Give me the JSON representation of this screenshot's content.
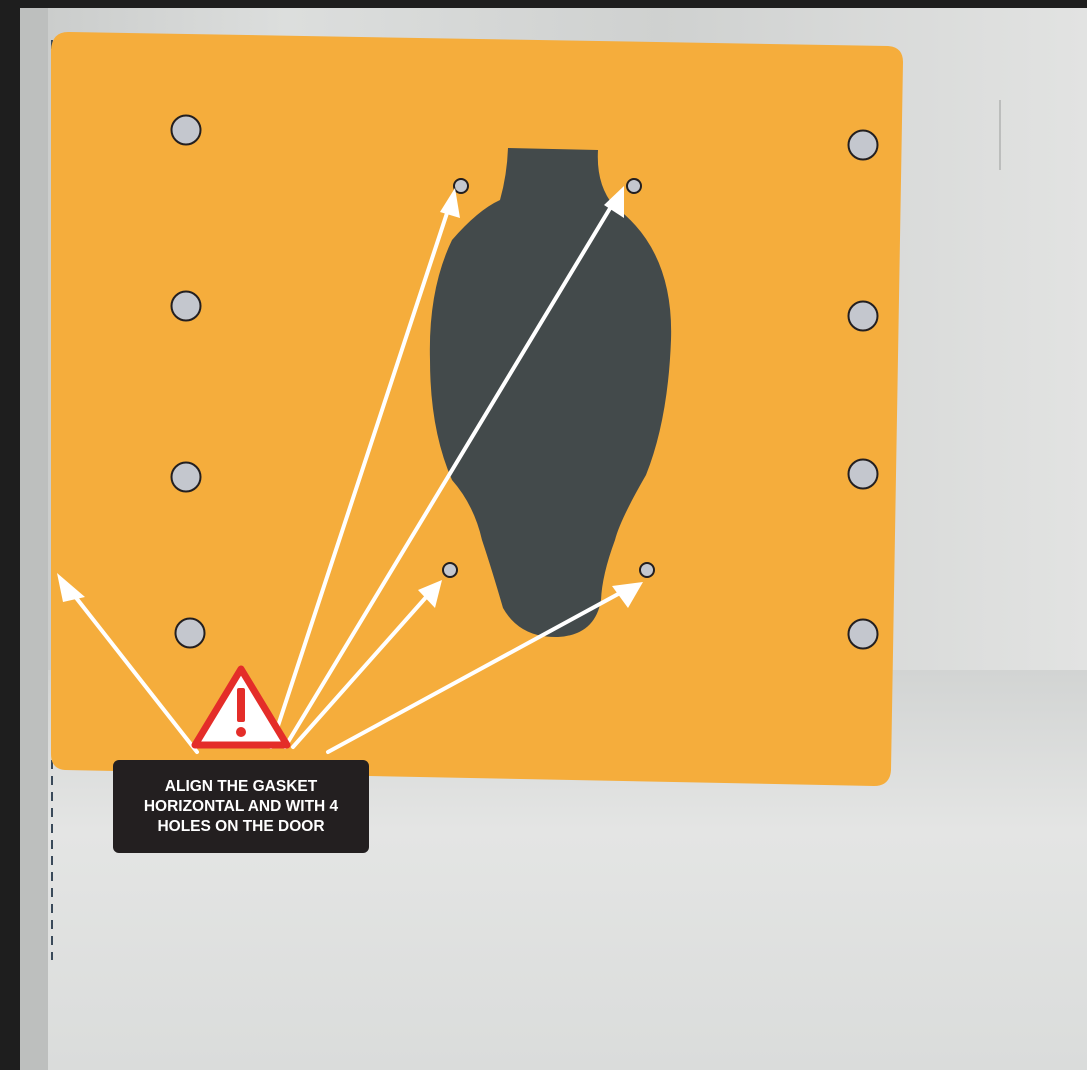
{
  "instruction": {
    "lines": [
      "ALIGN THE GASKET",
      "HORIZONTAL AND WITH 4",
      "HOLES ON THE DOOR"
    ]
  },
  "icons": {
    "warning": "warning-triangle-icon"
  },
  "colors": {
    "gasket_panel": "#f5ad3c",
    "door_cutout": "#434a4b",
    "hole_fill": "#c4c7ce",
    "hole_stroke": "#231f20",
    "arrow": "#ffffff",
    "warning_red": "#e42d29",
    "callout_bg": "#231f20"
  }
}
